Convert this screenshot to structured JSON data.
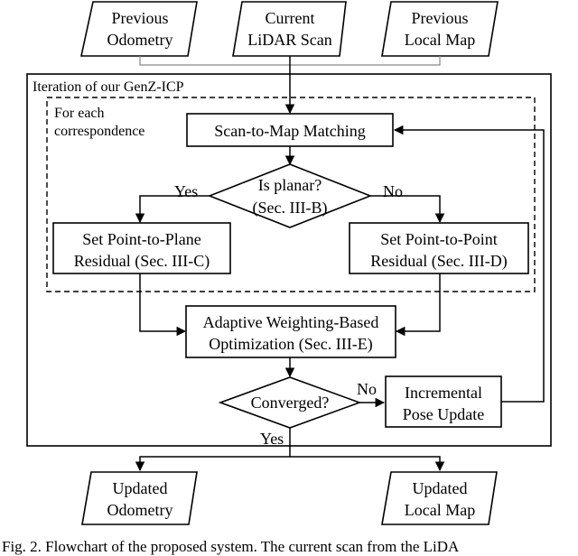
{
  "inputs": {
    "previous_odometry": [
      "Previous",
      "Odometry"
    ],
    "current_lidar_scan": [
      "Current",
      "LiDAR Scan"
    ],
    "previous_local_map": [
      "Previous",
      "Local Map"
    ]
  },
  "outer_frame_label": "Iteration of our GenZ-ICP",
  "inner_frame_label": [
    "For each",
    "correspondence"
  ],
  "scan_to_map": "Scan-to-Map Matching",
  "is_planar": [
    "Is planar?",
    "(Sec. III-B)"
  ],
  "yes_label": "Yes",
  "no_label": "No",
  "point_to_plane": [
    "Set Point-to-Plane",
    "Residual (Sec. III-C)"
  ],
  "point_to_point": [
    "Set Point-to-Point",
    "Residual (Sec. III-D)"
  ],
  "optimization": [
    "Adaptive Weighting-Based",
    "Optimization (Sec. III-E)"
  ],
  "converged": "Converged?",
  "converged_no": "No",
  "converged_yes": "Yes",
  "pose_update": [
    "Incremental",
    "Pose Update"
  ],
  "outputs": {
    "updated_odometry": [
      "Updated",
      "Odometry"
    ],
    "updated_local_map": [
      "Updated",
      "Local Map"
    ]
  },
  "caption": "Fig. 2. Flowchart of the proposed system. The current scan from the LiDA"
}
